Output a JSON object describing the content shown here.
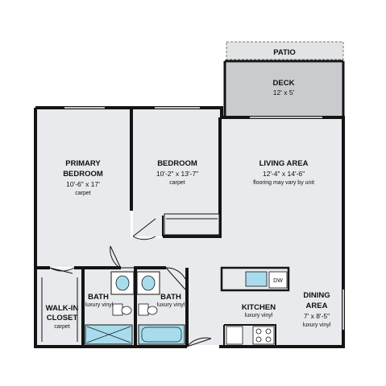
{
  "patio": {
    "name": "PATIO"
  },
  "deck": {
    "name": "DECK",
    "dims": "12' x 5'"
  },
  "primary_bedroom": {
    "name_l1": "PRIMARY",
    "name_l2": "BEDROOM",
    "dims": "10'-6\" x 17'",
    "floor": "carpet"
  },
  "bedroom": {
    "name": "BEDROOM",
    "dims": "10'-2\" x 13'-7\"",
    "floor": "carpet"
  },
  "living_area": {
    "name": "LIVING AREA",
    "dims": "12'-4\" x 14'-6\"",
    "floor": "flooring may vary by unit"
  },
  "walk_in_closet": {
    "name_l1": "WALK-IN",
    "name_l2": "CLOSET",
    "floor": "carpet"
  },
  "bath_1": {
    "name": "BATH",
    "floor": "luxury vinyl"
  },
  "bath_2": {
    "name": "BATH",
    "floor": "luxury vinyl"
  },
  "kitchen": {
    "name": "KITCHEN",
    "floor": "luxury vinyl",
    "dishwasher": "DW"
  },
  "dining_area": {
    "name_l1": "DINING",
    "name_l2": "AREA",
    "dims": "7' x 8'-5\"",
    "floor": "luxury vinyl"
  },
  "colors": {
    "floor": "#e8eaed",
    "deck": "#c9cbce",
    "patio": "#e1e3e5",
    "wall": "#141414",
    "fixture": "#a8dcec"
  }
}
